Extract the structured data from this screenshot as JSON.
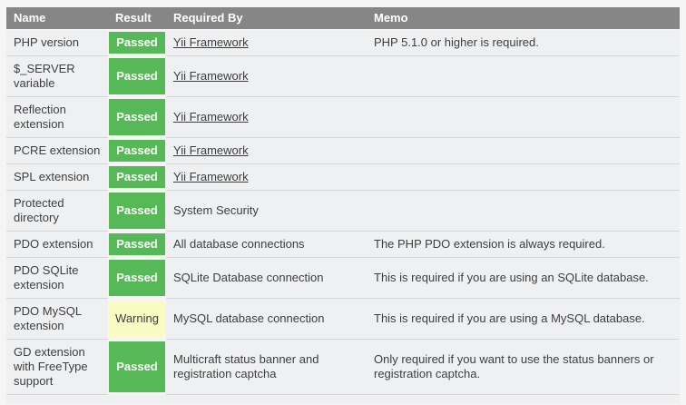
{
  "colors": {
    "page_bg": "#f5f5f5",
    "header_bg": "#868686",
    "header_text": "#ffffff",
    "row_bg": "#eff0f2",
    "separator": "#d6d6d6",
    "passed_green": "#57b857",
    "warning_yellow": "#fafac3",
    "text": "#3e3e3e"
  },
  "table": {
    "columns": [
      {
        "key": "name",
        "label": "Name"
      },
      {
        "key": "result",
        "label": "Result"
      },
      {
        "key": "required_by",
        "label": "Required By"
      },
      {
        "key": "memo",
        "label": "Memo"
      }
    ],
    "rows": [
      {
        "name": "PHP version",
        "result": "Passed",
        "status": "passed",
        "required_by": "Yii Framework",
        "required_by_is_link": true,
        "memo": "PHP 5.1.0 or higher is required."
      },
      {
        "name": "$_SERVER variable",
        "result": "Passed",
        "status": "passed",
        "required_by": "Yii Framework",
        "required_by_is_link": true,
        "memo": ""
      },
      {
        "name": "Reflection extension",
        "result": "Passed",
        "status": "passed",
        "required_by": "Yii Framework",
        "required_by_is_link": true,
        "memo": ""
      },
      {
        "name": "PCRE extension",
        "result": "Passed",
        "status": "passed",
        "required_by": "Yii Framework",
        "required_by_is_link": true,
        "memo": ""
      },
      {
        "name": "SPL extension",
        "result": "Passed",
        "status": "passed",
        "required_by": "Yii Framework",
        "required_by_is_link": true,
        "memo": ""
      },
      {
        "name": "Protected directory",
        "result": "Passed",
        "status": "passed",
        "required_by": "System Security",
        "required_by_is_link": false,
        "memo": ""
      },
      {
        "name": "PDO extension",
        "result": "Passed",
        "status": "passed",
        "required_by": "All database connections",
        "required_by_is_link": false,
        "memo": "The PHP PDO extension is always required."
      },
      {
        "name": "PDO SQLite extension",
        "result": "Passed",
        "status": "passed",
        "required_by": "SQLite Database connection",
        "required_by_is_link": false,
        "memo": "This is required if you are using an SQLite database."
      },
      {
        "name": "PDO MySQL extension",
        "result": "Warning",
        "status": "warning",
        "required_by": "MySQL database connection",
        "required_by_is_link": false,
        "memo": "This is required if you are using a MySQL database."
      },
      {
        "name": "GD extension with FreeType support",
        "result": "Passed",
        "status": "passed",
        "required_by": "Multicraft status banner and registration captcha",
        "required_by_is_link": false,
        "memo": "Only required if you want to use the status banners or registration captcha."
      }
    ]
  }
}
